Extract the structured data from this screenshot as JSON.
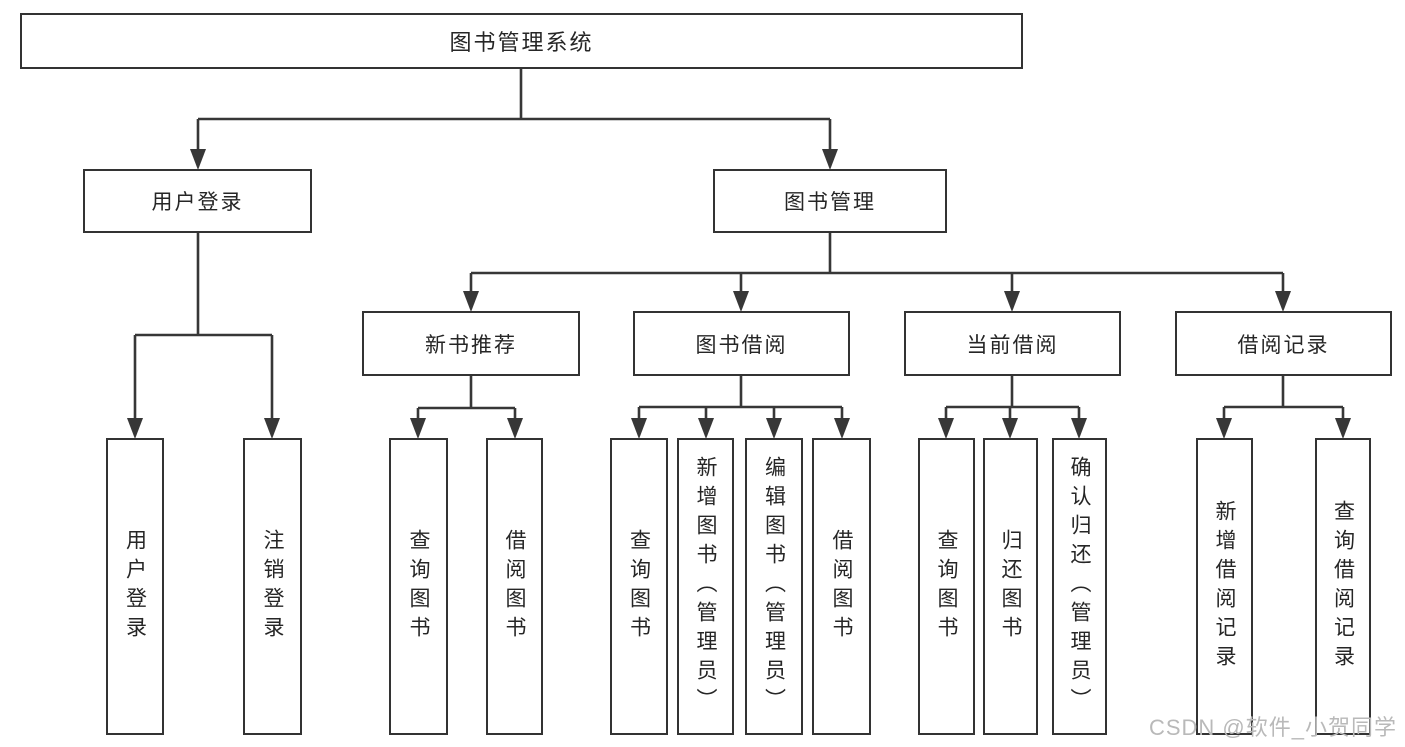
{
  "tree": {
    "label": "图书管理系统",
    "children": [
      {
        "label": "用户登录",
        "children": [
          {
            "label": "用户登录"
          },
          {
            "label": "注销登录"
          }
        ]
      },
      {
        "label": "图书管理",
        "children": [
          {
            "label": "新书推荐",
            "children": [
              {
                "label": "查询图书"
              },
              {
                "label": "借阅图书"
              }
            ]
          },
          {
            "label": "图书借阅",
            "children": [
              {
                "label": "查询图书"
              },
              {
                "label": "新增图书（管理员）"
              },
              {
                "label": "编辑图书（管理员）"
              },
              {
                "label": "借阅图书"
              }
            ]
          },
          {
            "label": "当前借阅",
            "children": [
              {
                "label": "查询图书"
              },
              {
                "label": "归还图书"
              },
              {
                "label": "确认归还（管理员）"
              }
            ]
          },
          {
            "label": "借阅记录",
            "children": [
              {
                "label": "新增借阅记录"
              },
              {
                "label": "查询借阅记录"
              }
            ]
          }
        ]
      }
    ]
  },
  "watermark": {
    "text": "CSDN @软件_小贺同学"
  },
  "colors": {
    "line": "#373737",
    "box_border": "#333333",
    "text": "#262626",
    "watermark": "#b9b9b9",
    "background": "#ffffff"
  }
}
